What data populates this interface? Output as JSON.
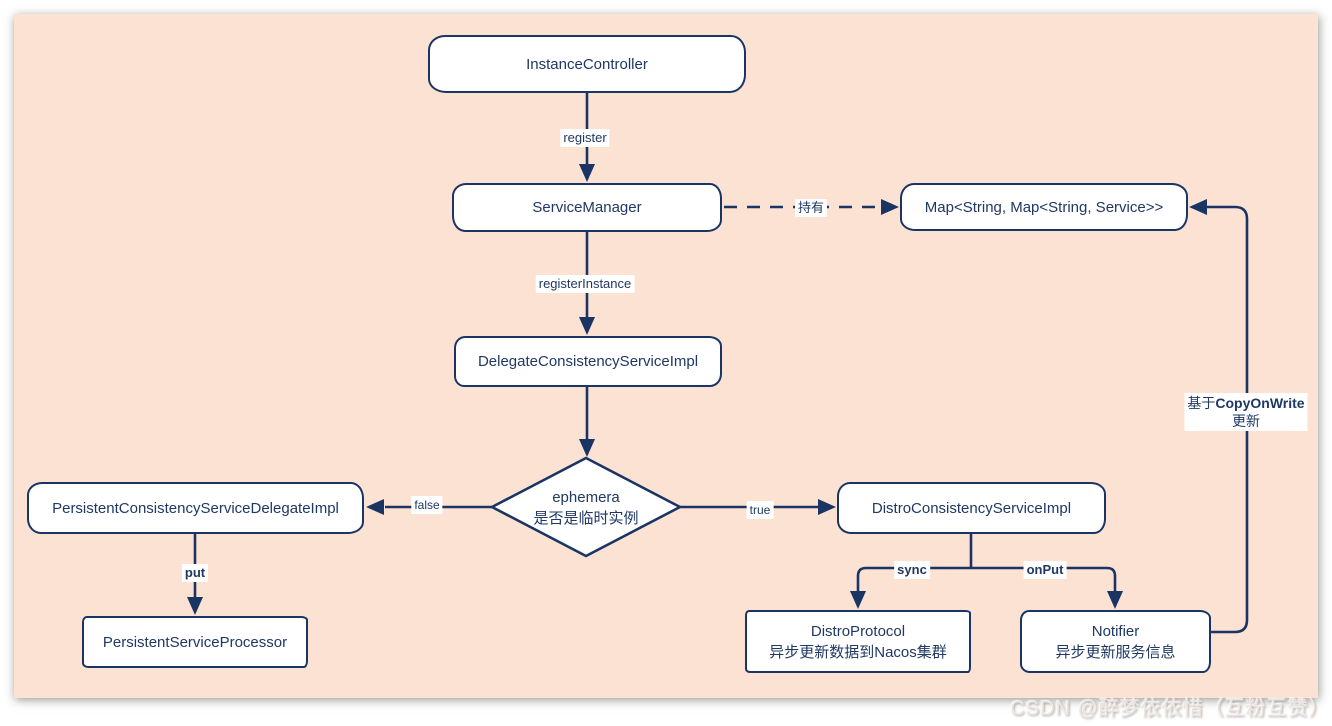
{
  "diagram": {
    "colors": {
      "canvas_background": "#fce2d3",
      "stroke": "#1a3464",
      "text": "#1f3864",
      "node_fill": "#ffffff"
    },
    "nodes": {
      "instance_controller": {
        "label": "InstanceController"
      },
      "service_manager": {
        "label": "ServiceManager"
      },
      "service_map": {
        "label": "Map<String, Map<String, Service>>"
      },
      "delegate_consistency": {
        "label": "DelegateConsistencyServiceImpl"
      },
      "decision": {
        "line1": "ephemera",
        "line2": "是否是临时实例"
      },
      "persistent_delegate": {
        "label": "PersistentConsistencyServiceDelegateImpl"
      },
      "distro_consistency": {
        "label": "DistroConsistencyServiceImpl"
      },
      "persistent_processor": {
        "label": "PersistentServiceProcessor"
      },
      "distro_protocol": {
        "line1": "DistroProtocol",
        "line2": "异步更新数据到Nacos集群"
      },
      "notifier": {
        "line1": "Notifier",
        "line2": "异步更新服务信息"
      }
    },
    "edges": {
      "register": "register",
      "register_instance": "registerInstance",
      "hold": "持有",
      "branch_false": "false",
      "branch_true": "true",
      "put": "put",
      "sync": "sync",
      "on_put": "onPut",
      "copy_on_write_prefix": "基于",
      "copy_on_write_bold": "CopyOnWrite",
      "copy_on_write_line2": "更新"
    },
    "watermark": "CSDN @醉梦依依惜（互粉互赞）"
  }
}
